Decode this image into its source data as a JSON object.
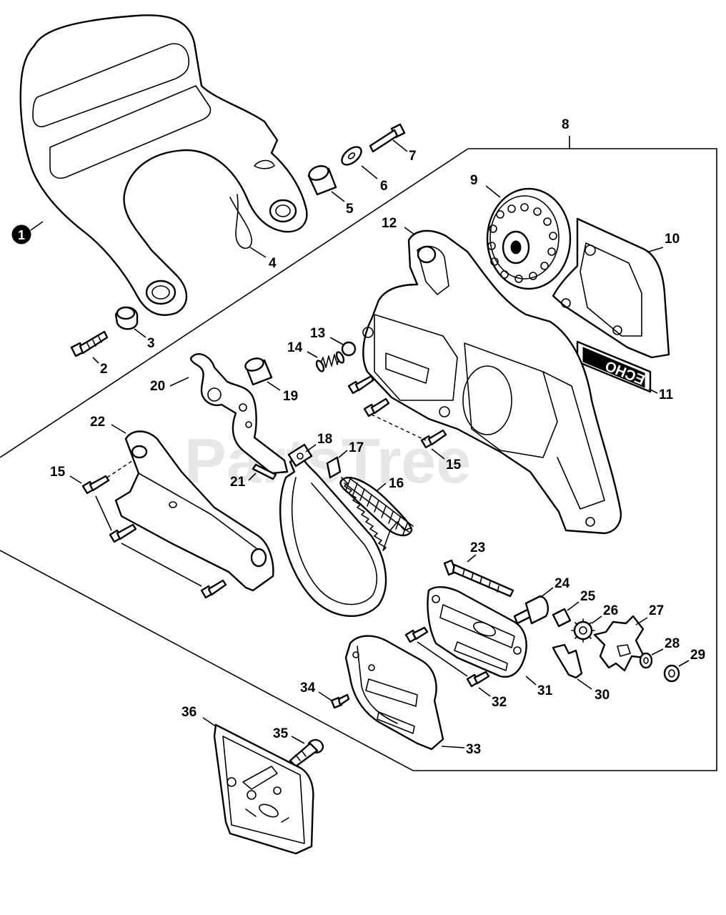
{
  "watermark": "PartsTree",
  "decal_text": "ECHO",
  "callouts": [
    "1",
    "2",
    "3",
    "4",
    "5",
    "6",
    "7",
    "8",
    "9",
    "10",
    "11",
    "12",
    "13",
    "14",
    "15",
    "15",
    "16",
    "17",
    "18",
    "19",
    "20",
    "21",
    "22",
    "23",
    "24",
    "25",
    "26",
    "27",
    "28",
    "29",
    "30",
    "31",
    "32",
    "33",
    "34",
    "35",
    "36"
  ],
  "colors": {
    "line": "#000000",
    "background": "#ffffff",
    "watermark": "#d4d4d4"
  }
}
